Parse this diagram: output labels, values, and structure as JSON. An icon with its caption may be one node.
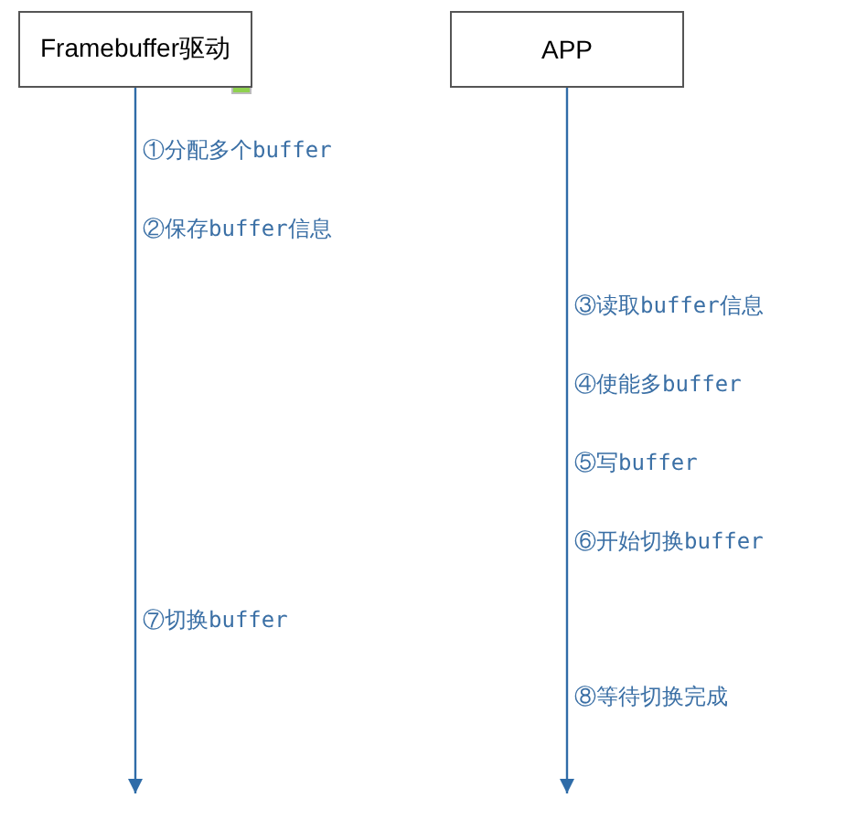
{
  "diagram": {
    "nodes": [
      {
        "text": [
          "Framebuffer驱动"
        ]
      },
      {
        "text": [
          "APP"
        ]
      }
    ],
    "edges": [
      {
        "from": 0,
        "to": null,
        "arrow": "to"
      },
      {
        "from": 1,
        "to": null,
        "arrow": "to"
      }
    ],
    "labels": [
      "①分配多个buffer",
      "②保存buffer信息",
      "③读取buffer信息",
      "④使能多buffer",
      "⑤写buffer",
      "⑥开始切换buffer",
      "⑦切换buffer",
      "⑧等待切换完成"
    ]
  }
}
